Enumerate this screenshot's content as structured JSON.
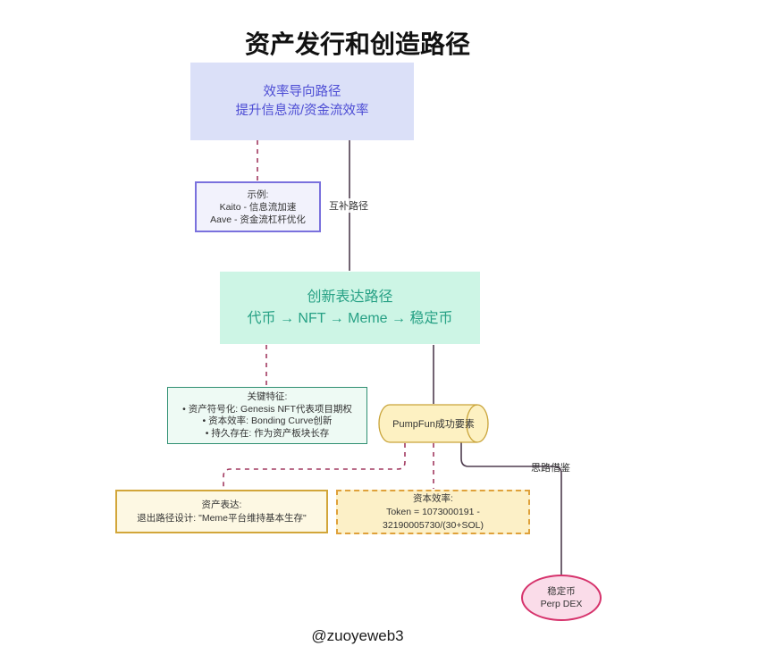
{
  "title": "资产发行和创造路径",
  "footer": "@zuoyeweb3",
  "edge_labels": {
    "complementary": "互补路径",
    "reference": "思路借鉴"
  },
  "nodes": {
    "efficiency": {
      "lines": [
        "效率导向路径",
        "提升信息流/资金流效率"
      ]
    },
    "example": {
      "lines": [
        "示例:",
        "Kaito - 信息流加速",
        "Aave - 资金流杠杆优化"
      ]
    },
    "innovation": {
      "lines": [
        "创新表达路径",
        "代币 → NFT → Meme → 稳定币"
      ]
    },
    "features": {
      "lines": [
        "关键特征:",
        "• 资产符号化: Genesis NFT代表项目期权",
        "• 资本效率: Bonding Curve创新",
        "• 持久存在: 作为资产板块长存"
      ]
    },
    "pumpfun": {
      "lines": [
        "PumpFun成功要素"
      ]
    },
    "expression": {
      "lines": [
        "资产表达:",
        "退出路径设计: \"Meme平台维持基本生存\""
      ]
    },
    "capital": {
      "lines": [
        "资本效率:",
        "Token = 1073000191 - 32190005730/(30+SOL)"
      ]
    },
    "stablecoin": {
      "lines": [
        "稳定币",
        "Perp DEX"
      ]
    }
  },
  "colors": {
    "efficiency_fill": "#dbe0f8",
    "efficiency_text": "#4c4cd4",
    "example_fill": "#f2f2fc",
    "example_border": "#7a71dd",
    "innovation_fill": "#cdf5e5",
    "innovation_text": "#27a185",
    "features_fill": "#eefaf4",
    "features_border": "#2f8f72",
    "pumpfun_fill": "#fdf1c2",
    "pumpfun_border": "#c9a43a",
    "expression_fill": "#fdf8e3",
    "expression_border": "#d2a63a",
    "capital_fill": "#fcf0c7",
    "capital_border": "#dfa13a",
    "stablecoin_fill": "#fadce9",
    "stablecoin_border": "#d6336c",
    "edge_solid": "#4e3c4e",
    "edge_dashed": "#a23a60"
  }
}
